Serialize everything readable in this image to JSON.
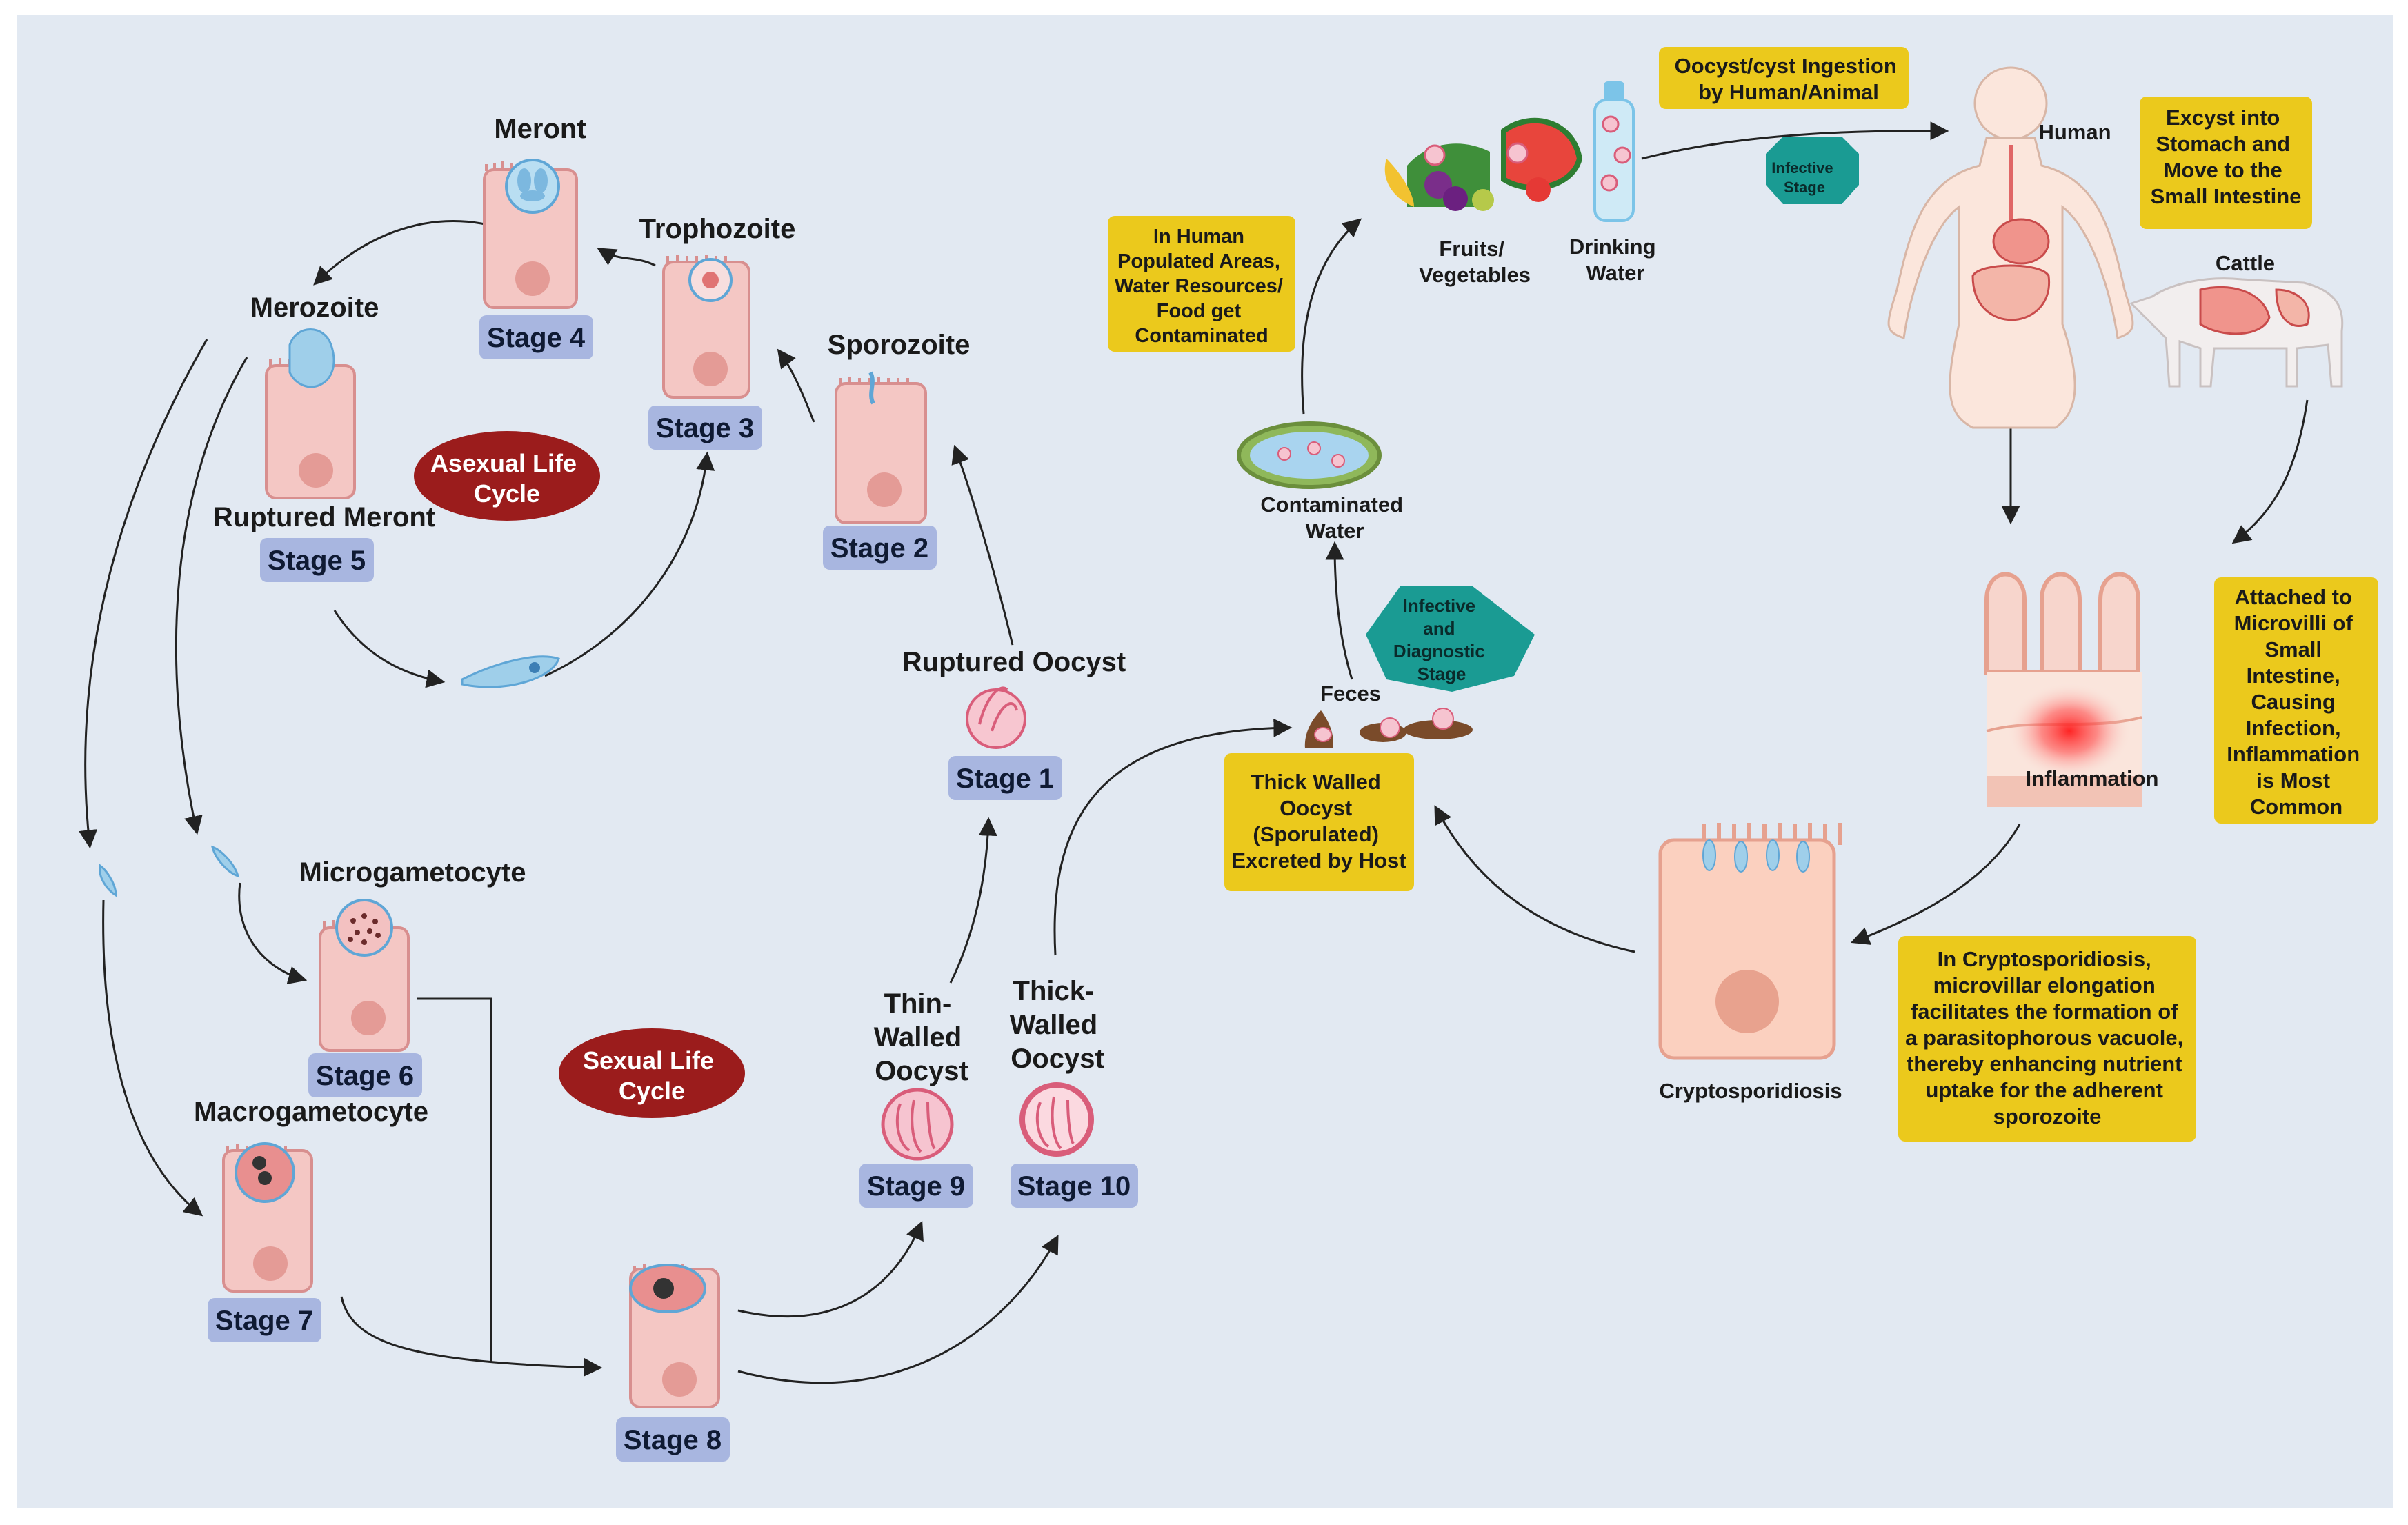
{
  "labels": {
    "meront": "Meront",
    "trophozoite": "Trophozoite",
    "merozoite": "Merozoite",
    "sporozoite": "Sporozoite",
    "ruptured_meront": "Ruptured Meront",
    "ruptured_oocyst": "Ruptured Oocyst",
    "microgametocyte": "Microgametocyte",
    "macrogametocyte": "Macrogametocyte",
    "thin_walled": [
      "Thin-",
      "Walled",
      "Oocyst"
    ],
    "thick_walled": [
      "Thick-",
      "Walled",
      "Oocyst"
    ],
    "fruits": [
      "Fruits/",
      "Vegetables"
    ],
    "drinking_water": [
      "Drinking",
      "Water"
    ],
    "contaminated_water": [
      "Contaminated",
      "Water"
    ],
    "feces": "Feces",
    "human": "Human",
    "cattle": "Cattle",
    "inflammation": "Inflammation",
    "cryptosporidiosis": "Cryptosporidiosis"
  },
  "stages": {
    "s1": "Stage 1",
    "s2": "Stage 2",
    "s3": "Stage 3",
    "s4": "Stage 4",
    "s5": "Stage 5",
    "s6": "Stage 6",
    "s7": "Stage 7",
    "s8": "Stage 8",
    "s9": "Stage 9",
    "s10": "Stage 10"
  },
  "ovals": {
    "asexual": [
      "Asexual Life",
      "Cycle"
    ],
    "sexual": [
      "Sexual Life",
      "Cycle"
    ]
  },
  "hexagons": {
    "infective_stage": [
      "Infective",
      "Stage"
    ],
    "infective_diagnostic": [
      "Infective",
      "and",
      "Diagnostic",
      "Stage"
    ]
  },
  "boxes": {
    "ingestion": [
      "Oocyst/cyst Ingestion",
      "by Human/Animal"
    ],
    "excyst": [
      "Excyst into",
      "Stomach and",
      "Move to the",
      "Small Intestine"
    ],
    "human_populated": [
      "In Human",
      "Populated Areas,",
      "Water Resources/",
      "Food get",
      "Contaminated"
    ],
    "thick_walled_excreted": [
      "Thick Walled",
      "Oocyst",
      "(Sporulated)",
      "Excreted by Host"
    ],
    "attached": [
      "Attached to",
      "Microvilli of",
      "Small",
      "Intestine,",
      "Causing",
      "Infection,",
      "Inflammation",
      "is  Most",
      "Common"
    ],
    "crypto_desc": [
      "In Cryptosporidiosis,",
      "microvillar elongation",
      "facilitates the formation of",
      "a parasitophorous vacuole,",
      "thereby enhancing nutrient",
      "uptake for the adherent",
      "sporozoite"
    ]
  },
  "colors": {
    "background": "#e2e9f2",
    "stage_badge": "#a8b6e0",
    "yellow_box": "#ebc91c",
    "oval_red": "#9b1c1c",
    "hexagon_teal": "#1a9b93",
    "cell_pink": "#f4c7c4",
    "cell_outline": "#d88f8f",
    "nucleus": "#e49b96",
    "parasite_blue": "#9fcfea"
  }
}
